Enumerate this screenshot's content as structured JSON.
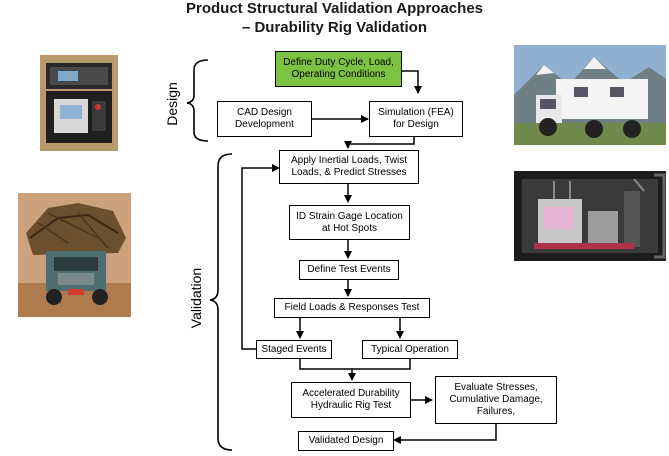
{
  "title": {
    "line1": "Product Structural Validation Approaches",
    "line2": "– Durability Rig Validation"
  },
  "sections": {
    "design": "Design",
    "validation": "Validation"
  },
  "boxes": {
    "duty_cycle": "Define Duty Cycle, Load,\nOperating Conditions",
    "cad": "CAD Design\nDevelopment",
    "simulation": "Simulation (FEA)\nfor Design",
    "inertial": "Apply Inertial Loads, Twist\nLoads, & Predict Stresses",
    "strain_gage": "ID Strain Gage Location\nat Hot Spots",
    "test_events": "Define Test Events",
    "field_loads": "Field Loads & Responses Test",
    "staged": "Staged Events",
    "typical": "Typical Operation",
    "accelerated": "Accelerated Durability\nHydraulic Rig Test",
    "evaluate": "Evaluate Stresses,\nCumulative Damage,\nFailures,",
    "validated": "Validated Design"
  },
  "colors": {
    "duty_cycle_fill": "#7dc242"
  }
}
